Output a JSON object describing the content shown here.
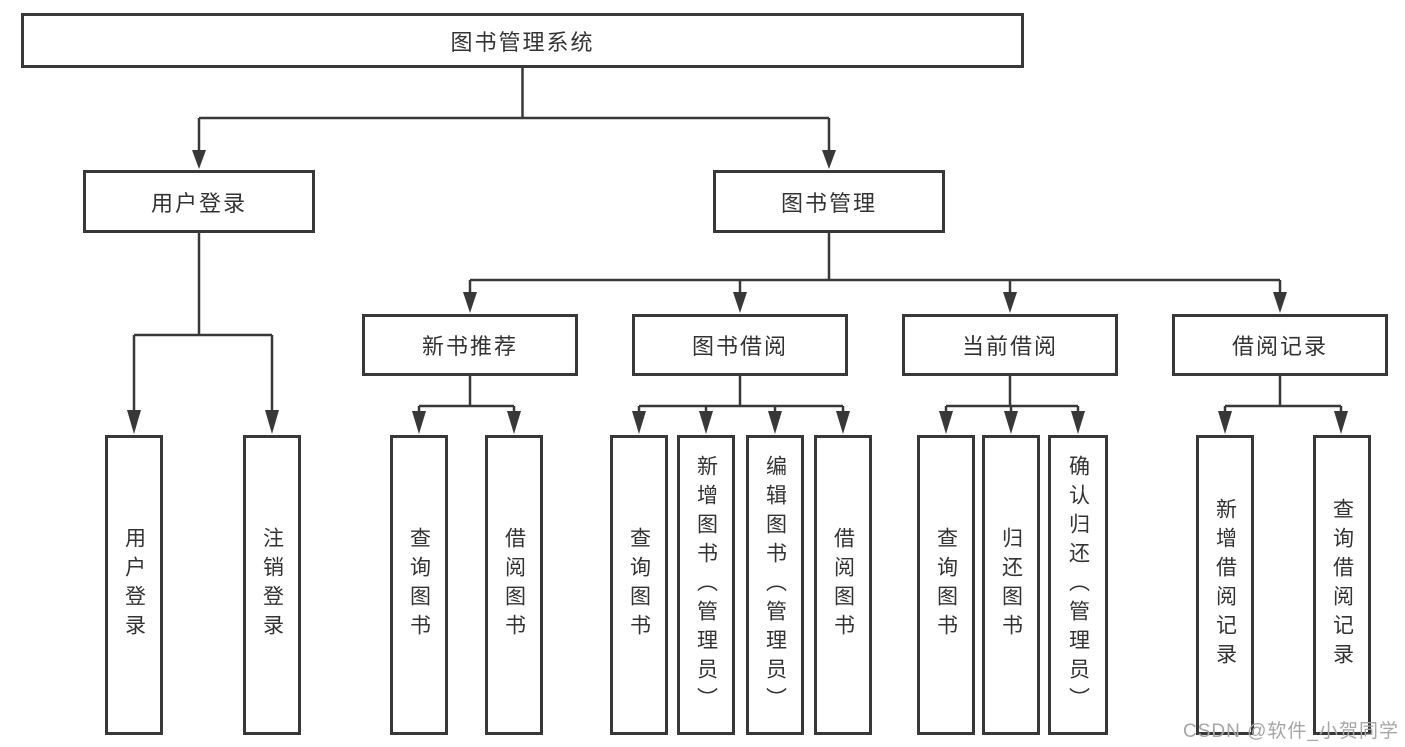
{
  "page": {
    "background": "#ffffff",
    "line_color": "#383838",
    "text_color": "#333333",
    "watermark_color": "#a6a6a6"
  },
  "watermark": {
    "text": "CSDN @软件_小贺同学"
  },
  "tree": {
    "label": "图书管理系统",
    "children": [
      {
        "label": "用户登录",
        "children": [
          {
            "label": "用户登录"
          },
          {
            "label": "注销登录"
          }
        ]
      },
      {
        "label": "图书管理",
        "children": [
          {
            "label": "新书推荐",
            "children": [
              {
                "label": "查询图书"
              },
              {
                "label": "借阅图书"
              }
            ]
          },
          {
            "label": "图书借阅",
            "children": [
              {
                "label": "查询图书"
              },
              {
                "label": "新增图书（管理员）"
              },
              {
                "label": "编辑图书（管理员）"
              },
              {
                "label": "借阅图书"
              }
            ]
          },
          {
            "label": "当前借阅",
            "children": [
              {
                "label": "查询图书"
              },
              {
                "label": "归还图书"
              },
              {
                "label": "确认归还（管理员）"
              }
            ]
          },
          {
            "label": "借阅记录",
            "children": [
              {
                "label": "新增借阅记录"
              },
              {
                "label": "查询借阅记录"
              }
            ]
          }
        ]
      }
    ]
  }
}
